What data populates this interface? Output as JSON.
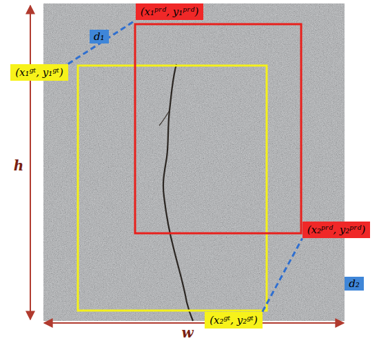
{
  "diagram": {
    "nodes": [
      {
        "text": [
          "(x₁ᵖʳᵈ, y₁ᵖʳᵈ)"
        ]
      },
      {
        "text": [
          "(x₁ᵍᵗ, y₁ᵍᵗ)"
        ]
      },
      {
        "text": [
          "(x₂ᵖʳᵈ, y₂ᵖʳᵈ)"
        ]
      },
      {
        "text": [
          "(x₂ᵍᵗ, y₂ᵍᵗ)"
        ]
      }
    ],
    "edges": [
      {
        "from": 1,
        "to": 0,
        "arrow": "none",
        "label": "d₁"
      },
      {
        "from": 3,
        "to": 2,
        "arrow": "none",
        "label": "d₂"
      }
    ],
    "labels": [
      "h",
      "w"
    ]
  }
}
